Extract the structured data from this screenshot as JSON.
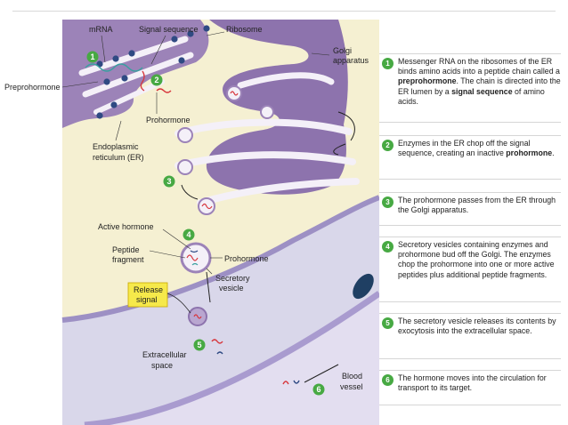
{
  "labels": {
    "mrna": "mRNA",
    "signal_sequence": "Signal sequence",
    "ribosome": "Ribosome",
    "golgi_line1": "Golgi",
    "golgi_line2": "apparatus",
    "preprohormone": "Preprohormone",
    "prohormone_er": "Prohormone",
    "er_line1": "Endoplasmic",
    "er_line2": "reticulum (ER)",
    "active_hormone": "Active hormone",
    "peptide_line1": "Peptide",
    "peptide_line2": "fragment",
    "prohormone_vesicle": "Prohormone",
    "secretory_line1": "Secretory",
    "secretory_line2": "vesicle",
    "release_line1": "Release",
    "release_line2": "signal",
    "extracellular_line1": "Extracellular",
    "extracellular_line2": "space",
    "blood_line1": "Blood",
    "blood_line2": "vessel"
  },
  "markers": [
    "1",
    "2",
    "3",
    "4",
    "5",
    "6"
  ],
  "steps": [
    {
      "num": "1",
      "parts": [
        "Messenger RNA on the ribosomes of the ER binds amino acids into a peptide chain called a ",
        "preprohormone",
        ". The chain is directed into the ER lumen by a ",
        "signal sequence",
        " of amino acids."
      ]
    },
    {
      "num": "2",
      "parts": [
        "Enzymes in the ER chop off the signal sequence, creating an inactive ",
        "prohormone",
        "."
      ]
    },
    {
      "num": "3",
      "parts": [
        "The prohormone passes from the ER through the Golgi apparatus."
      ]
    },
    {
      "num": "4",
      "parts": [
        "Secretory vesicles containing enzymes and prohormone bud off the Golgi. The enzymes chop the prohormone into one or more active peptides plus additional peptide fragments."
      ]
    },
    {
      "num": "5",
      "parts": [
        "The secretory vesicle releases its contents by exocytosis into the extracellular space."
      ]
    },
    {
      "num": "6",
      "parts": [
        "The hormone moves into the circulation for transport to its target."
      ]
    }
  ],
  "colors": {
    "cytoplasm": "#f5f0d2",
    "er_golgi": "#9c83b8",
    "er_golgi_dark": "#7e63a2",
    "lumen": "#f4f0f8",
    "membrane": "#9d90c4",
    "extracellular": "#d8d6ea",
    "vessel": "#e1dcef",
    "marker_green": "#47a943",
    "release_box": "#f6e94a",
    "ribosome": "#2f4a83",
    "peptide_red": "#d7373d",
    "mrna_teal": "#3aa0a0"
  }
}
